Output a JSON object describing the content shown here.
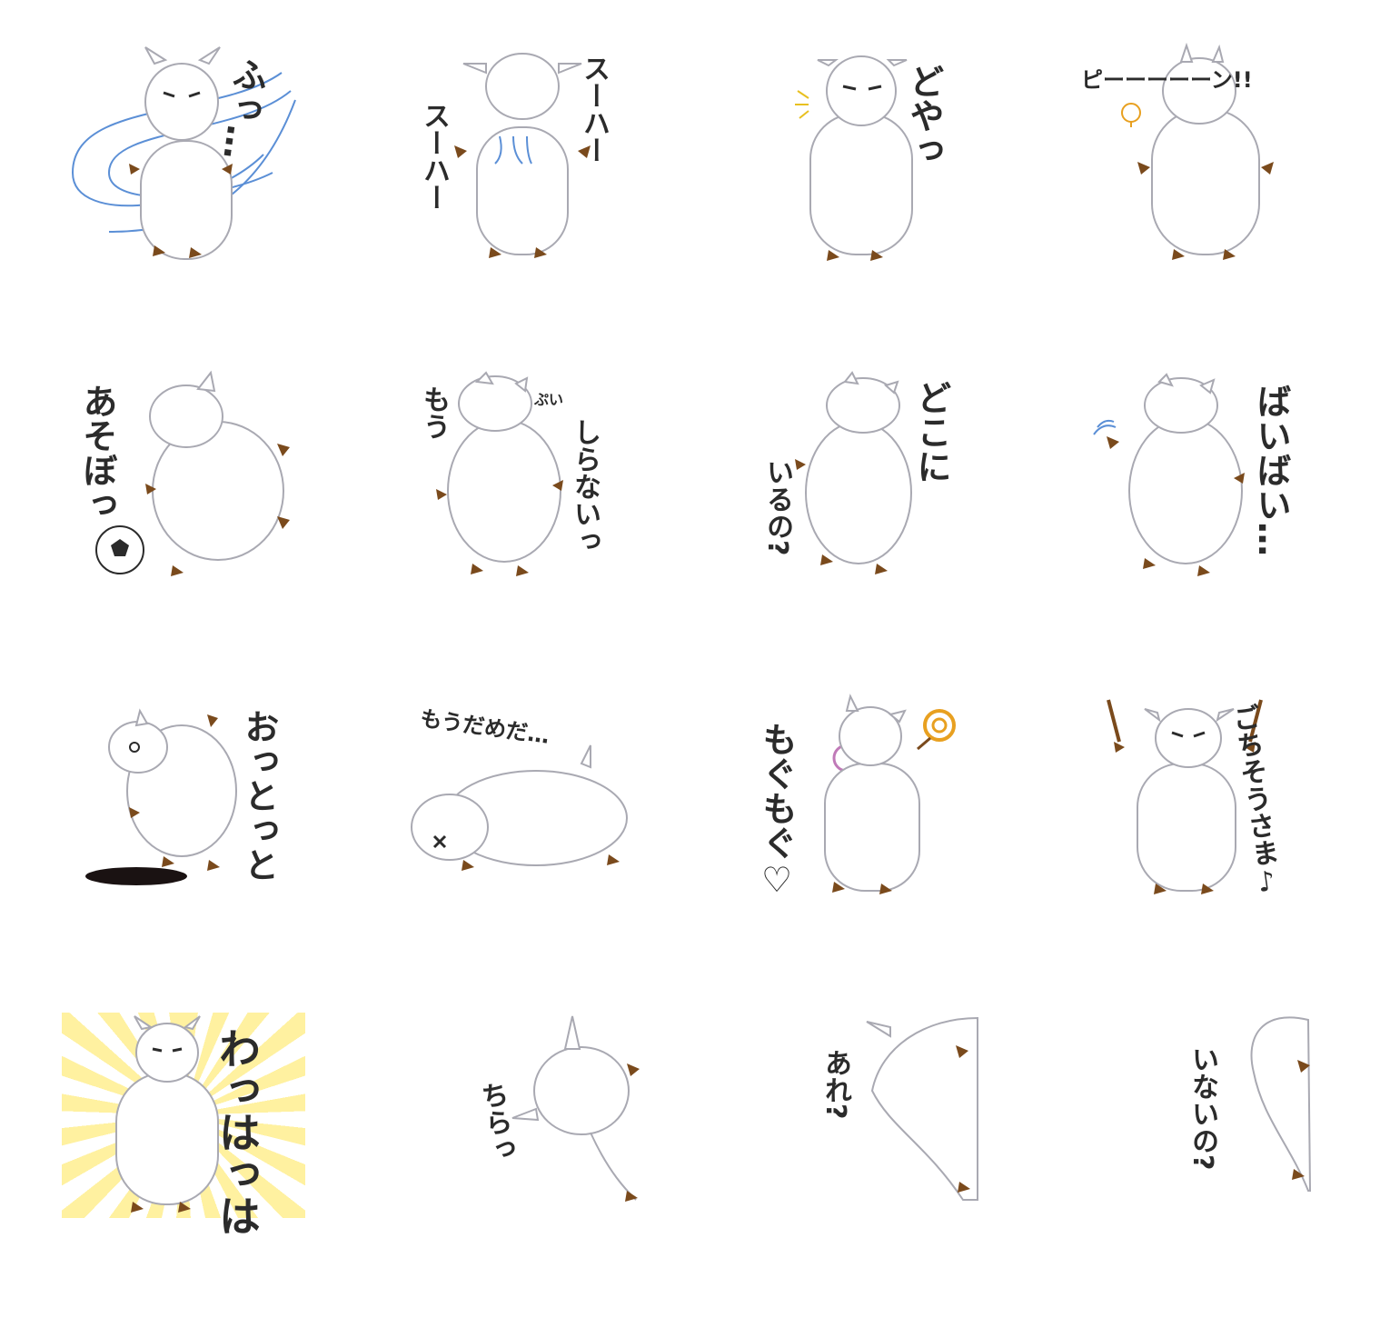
{
  "stickers": [
    {
      "id": "s1",
      "captions": [
        "ふっ…"
      ]
    },
    {
      "id": "s2",
      "captions": [
        "スーハー",
        "スーハー"
      ]
    },
    {
      "id": "s3",
      "captions": [
        "どやっ"
      ]
    },
    {
      "id": "s4",
      "captions": [
        "ピーーーーーン!!"
      ]
    },
    {
      "id": "s5",
      "captions": [
        "あそぼっ"
      ]
    },
    {
      "id": "s6",
      "captions": [
        "もう",
        "ぷい",
        "しらないっ"
      ]
    },
    {
      "id": "s7",
      "captions": [
        "どこに",
        "いるの?"
      ]
    },
    {
      "id": "s8",
      "captions": [
        "ばいばい…"
      ]
    },
    {
      "id": "s9",
      "captions": [
        "おっとっと"
      ]
    },
    {
      "id": "s10",
      "captions": [
        "もうだめだ…"
      ]
    },
    {
      "id": "s11",
      "captions": [
        "もぐもぐ♡"
      ]
    },
    {
      "id": "s12",
      "captions": [
        "ごちそうさま♪"
      ]
    },
    {
      "id": "s13",
      "captions": [
        "わっはっは"
      ]
    },
    {
      "id": "s14",
      "captions": [
        "ちらっ"
      ]
    },
    {
      "id": "s15",
      "captions": [
        "あれ?"
      ]
    },
    {
      "id": "s16",
      "captions": [
        "いないの?"
      ]
    }
  ],
  "colors": {
    "outline": "#a9a9b2",
    "body": "#ffffff",
    "hoof": "#7a4a1c",
    "text": "#2b2b2b",
    "wind": "#5b8fd6",
    "sunburst": "#fff1a0",
    "lollipop": "#e8a020"
  },
  "icons": [
    "soccer-ball-icon",
    "lightbulb-icon",
    "lollipop-icon",
    "hole-icon",
    "chopsticks-icon",
    "wind-lines-icon"
  ]
}
